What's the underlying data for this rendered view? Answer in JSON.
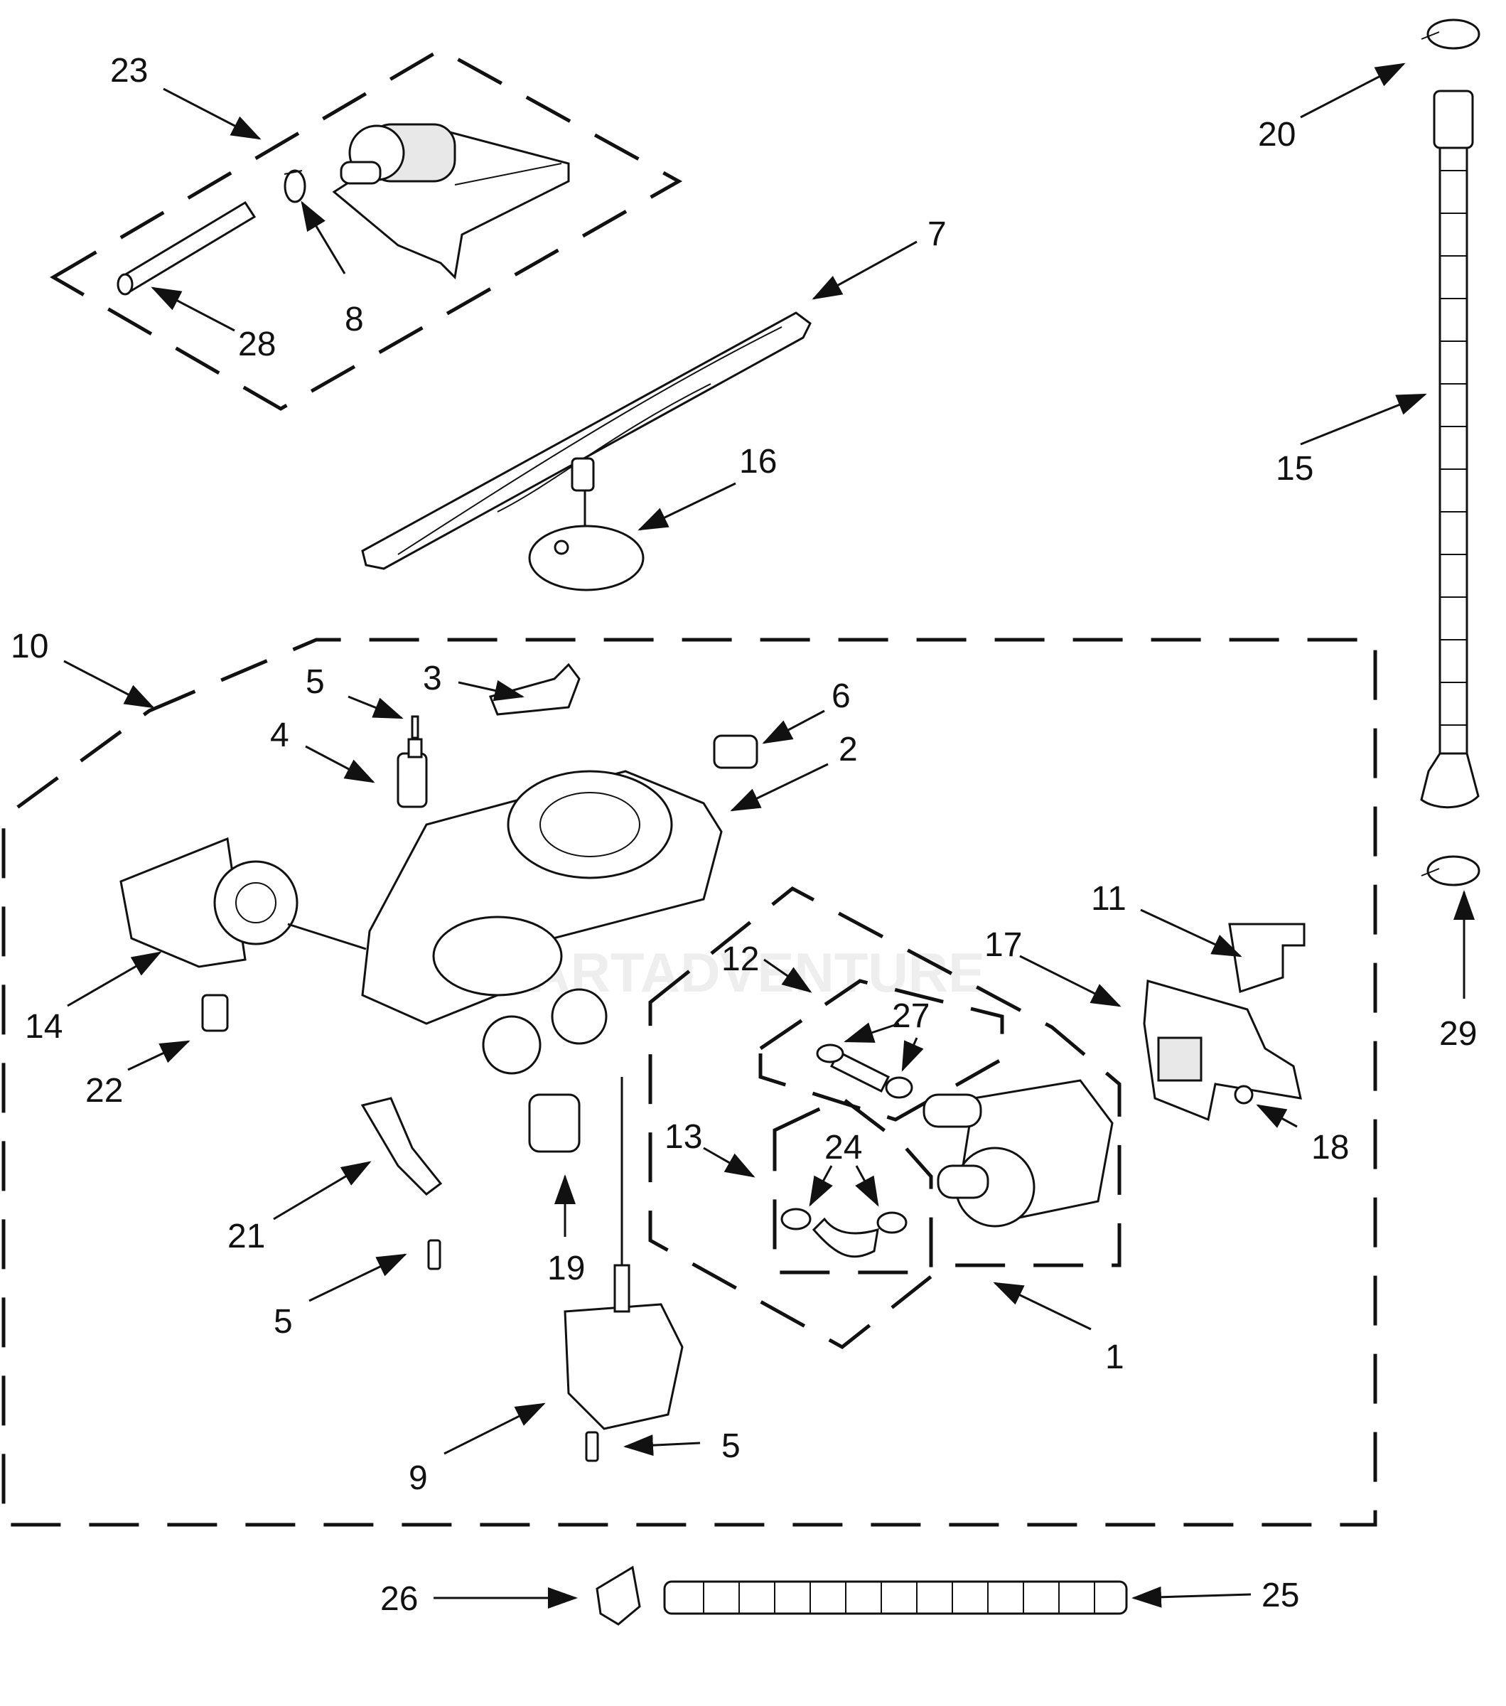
{
  "watermark": "PARTADVENTURE",
  "callouts": {
    "c1": "1",
    "c2": "2",
    "c3": "3",
    "c4": "4",
    "c5a": "5",
    "c5b": "5",
    "c5c": "5",
    "c6": "6",
    "c7": "7",
    "c8": "8",
    "c9": "9",
    "c10": "10",
    "c11": "11",
    "c12": "12",
    "c13": "13",
    "c14": "14",
    "c15": "15",
    "c16": "16",
    "c17": "17",
    "c18": "18",
    "c19": "19",
    "c20": "20",
    "c21": "21",
    "c22": "22",
    "c23": "23",
    "c24": "24",
    "c25": "25",
    "c26": "26",
    "c27": "27",
    "c28": "28",
    "c29": "29"
  }
}
